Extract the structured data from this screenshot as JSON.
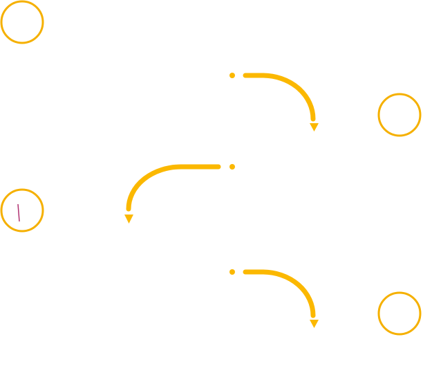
{
  "colors": {
    "node_stroke": "#F5B000",
    "arrow": "#FBB800",
    "mark": "#B03070",
    "background": "#FFFFFF"
  },
  "nodes": [
    {
      "id": "node-top-left",
      "has_mark": false
    },
    {
      "id": "node-right-upper",
      "has_mark": false
    },
    {
      "id": "node-middle-left",
      "has_mark": true
    },
    {
      "id": "node-right-lower",
      "has_mark": false
    }
  ],
  "arrows": [
    {
      "id": "arrow-1",
      "direction": "right-then-down"
    },
    {
      "id": "arrow-2",
      "direction": "left-then-down"
    },
    {
      "id": "arrow-3",
      "direction": "right-then-down"
    }
  ]
}
